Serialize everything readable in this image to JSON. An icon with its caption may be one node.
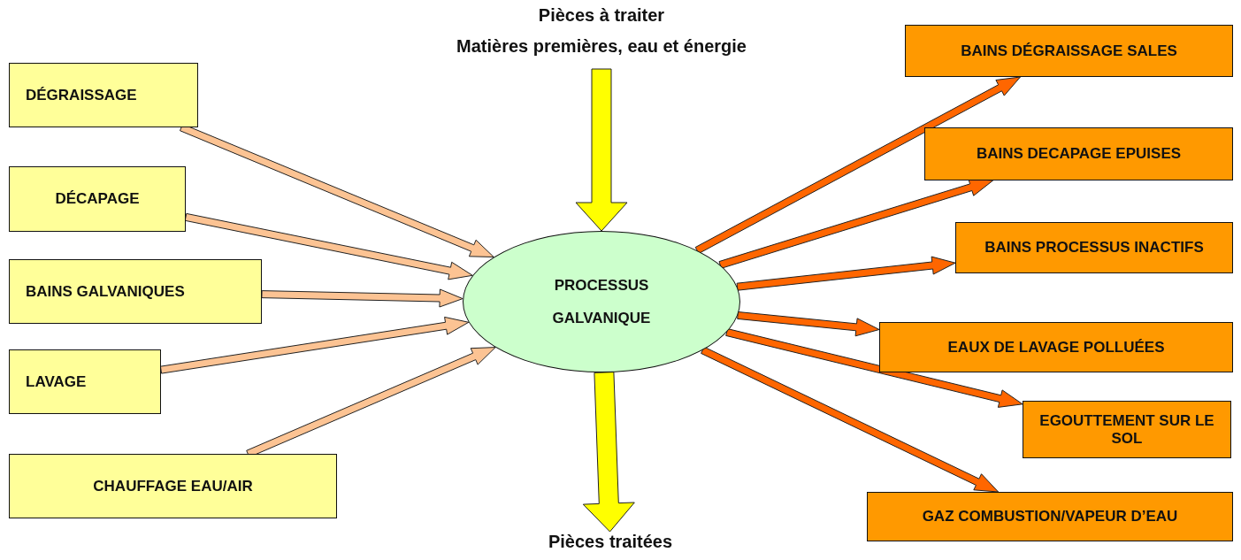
{
  "diagram": {
    "nodes": [
      {
        "text": [
          "DÉGRAISSAGE"
        ]
      },
      {
        "text": [
          "DÉCAPAGE"
        ]
      },
      {
        "text": [
          "BAINS GALVANIQUES"
        ]
      },
      {
        "text": [
          "LAVAGE"
        ]
      },
      {
        "text": [
          "CHAUFFAGE EAU/AIR"
        ]
      },
      {
        "text": [
          "Pièces à traiter",
          "Matières premières, eau et énergie"
        ]
      },
      {
        "text": [
          "PROCESSUS GALVANIQUE"
        ]
      },
      {
        "text": [
          "Pièces traitées"
        ]
      },
      {
        "text": [
          "BAINS DÉGRAISSAGE SALES"
        ]
      },
      {
        "text": [
          "BAINS DECAPAGE EPUISES"
        ]
      },
      {
        "text": [
          "BAINS PROCESSUS INACTIFS"
        ]
      },
      {
        "text": [
          "EAUX DE LAVAGE POLLUÉES"
        ]
      },
      {
        "text": [
          "EGOUTTEMENT SUR LE SOL"
        ]
      },
      {
        "text": [
          "GAZ COMBUSTION/VAPEUR D’EAU"
        ]
      }
    ],
    "edges": [
      {
        "from": 0,
        "to": 6,
        "arrow": "to",
        "color": "#fcc393"
      },
      {
        "from": 1,
        "to": 6,
        "arrow": "to",
        "color": "#fcc393"
      },
      {
        "from": 2,
        "to": 6,
        "arrow": "to",
        "color": "#fcc393"
      },
      {
        "from": 3,
        "to": 6,
        "arrow": "to",
        "color": "#fcc393"
      },
      {
        "from": 4,
        "to": 6,
        "arrow": "to",
        "color": "#fcc393"
      },
      {
        "from": 5,
        "to": 6,
        "arrow": "to",
        "style": "thick",
        "color": "#ffff00"
      },
      {
        "from": 6,
        "to": 7,
        "arrow": "to",
        "style": "thick",
        "color": "#ffff00"
      },
      {
        "from": 6,
        "to": 8,
        "arrow": "to"
      },
      {
        "from": 6,
        "to": 9,
        "arrow": "to"
      },
      {
        "from": 6,
        "to": 10,
        "arrow": "to"
      },
      {
        "from": 6,
        "to": 11,
        "arrow": "to"
      },
      {
        "from": 6,
        "to": 12,
        "arrow": "to"
      },
      {
        "from": 6,
        "to": 13,
        "arrow": "to"
      }
    ]
  }
}
